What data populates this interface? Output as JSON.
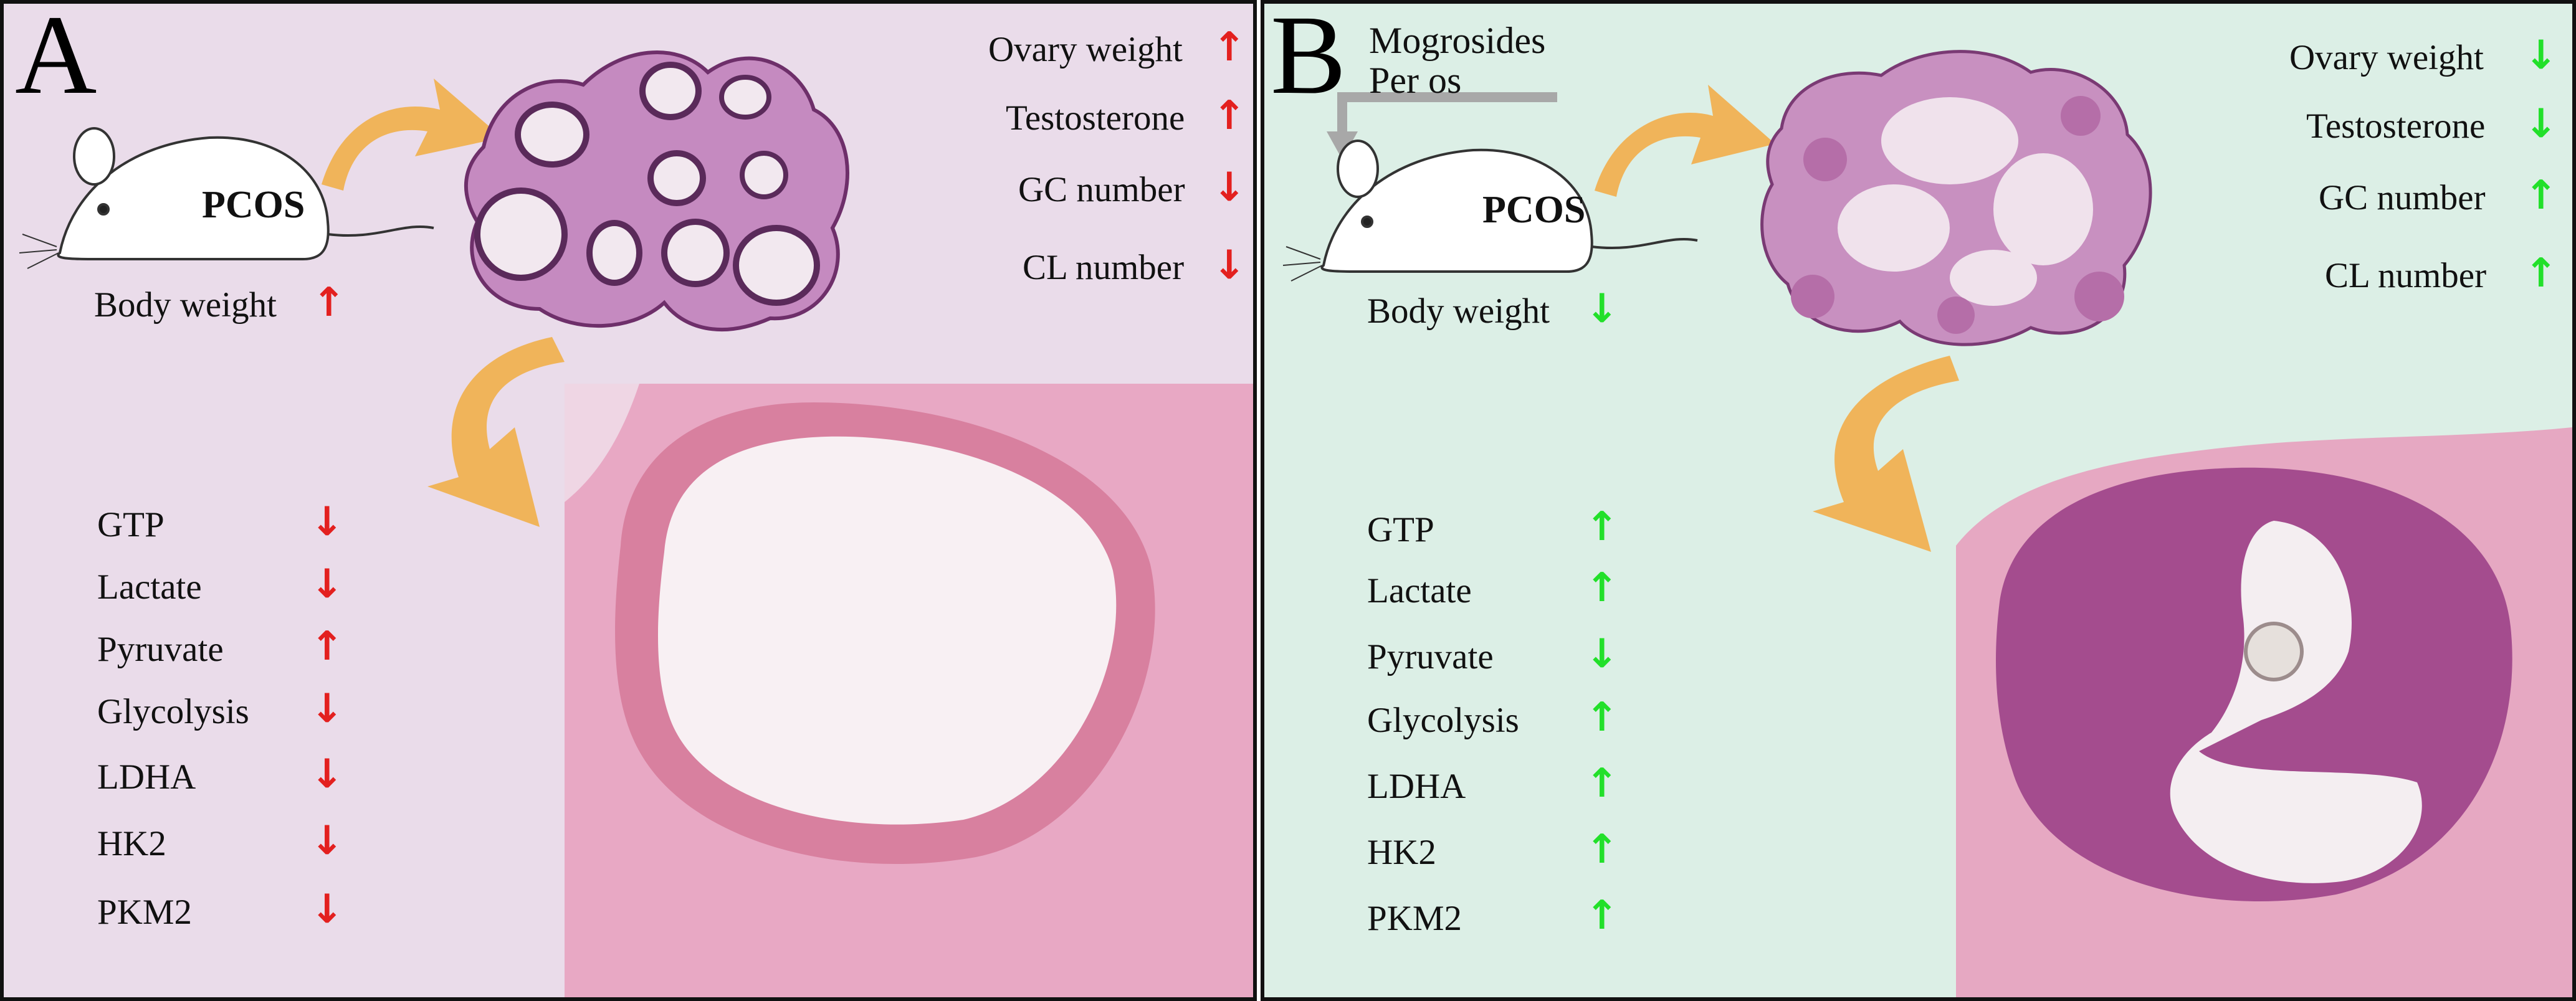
{
  "colors": {
    "panel_a_bg": "#eadcea",
    "panel_b_bg": "#dcefe6",
    "arrow_red": "#e3201f",
    "arrow_green": "#22e02a",
    "curved_arrow": "#f0b45a",
    "tissue_pink": "#e8a8c4",
    "tissue_purple": "#9a4e92"
  },
  "panel_a": {
    "letter": "A",
    "mouse_label": "PCOS",
    "body_weight": {
      "label": "Body weight",
      "arrow": "↑",
      "arrow_color": "red"
    },
    "ovary_markers": [
      {
        "label": "Ovary weight",
        "arrow": "↑",
        "arrow_color": "red"
      },
      {
        "label": "Testosterone",
        "arrow": "↑",
        "arrow_color": "red"
      },
      {
        "label": "GC number",
        "arrow": "↓",
        "arrow_color": "red"
      },
      {
        "label": "CL number",
        "arrow": "↓",
        "arrow_color": "red"
      }
    ],
    "metabolites": [
      {
        "label": "GTP",
        "arrow": "↓",
        "arrow_color": "red"
      },
      {
        "label": "Lactate",
        "arrow": "↓",
        "arrow_color": "red"
      },
      {
        "label": "Pyruvate",
        "arrow": "↑",
        "arrow_color": "red"
      },
      {
        "label": "Glycolysis",
        "arrow": "↓",
        "arrow_color": "red"
      },
      {
        "label": "LDHA",
        "arrow": "↓",
        "arrow_color": "red"
      },
      {
        "label": "HK2",
        "arrow": "↓",
        "arrow_color": "red"
      },
      {
        "label": "PKM2",
        "arrow": "↓",
        "arrow_color": "red"
      }
    ]
  },
  "panel_b": {
    "letter": "B",
    "treatment_line1": "Mogrosides",
    "treatment_line2": "Per os",
    "mouse_label": "PCOS",
    "body_weight": {
      "label": "Body weight",
      "arrow": "↓",
      "arrow_color": "green"
    },
    "ovary_markers": [
      {
        "label": "Ovary weight",
        "arrow": "↓",
        "arrow_color": "green"
      },
      {
        "label": "Testosterone",
        "arrow": "↓",
        "arrow_color": "green"
      },
      {
        "label": "GC number",
        "arrow": "↑",
        "arrow_color": "green"
      },
      {
        "label": "CL number",
        "arrow": "↑",
        "arrow_color": "green"
      }
    ],
    "metabolites": [
      {
        "label": "GTP",
        "arrow": "↑",
        "arrow_color": "green"
      },
      {
        "label": "Lactate",
        "arrow": "↑",
        "arrow_color": "green"
      },
      {
        "label": "Pyruvate",
        "arrow": "↓",
        "arrow_color": "green"
      },
      {
        "label": "Glycolysis",
        "arrow": "↑",
        "arrow_color": "green"
      },
      {
        "label": "LDHA",
        "arrow": "↑",
        "arrow_color": "green"
      },
      {
        "label": "HK2",
        "arrow": "↑",
        "arrow_color": "green"
      },
      {
        "label": "PKM2",
        "arrow": "↑",
        "arrow_color": "green"
      }
    ]
  }
}
